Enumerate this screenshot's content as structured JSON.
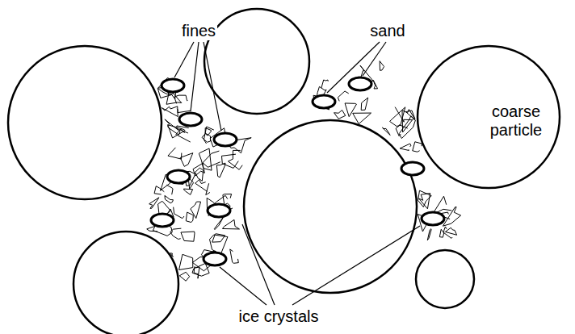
{
  "diagram": {
    "nodes": [
      {
        "text": [
          "coarse particle"
        ]
      }
    ],
    "labels": [
      "fines",
      "sand",
      "ice crystals"
    ]
  }
}
